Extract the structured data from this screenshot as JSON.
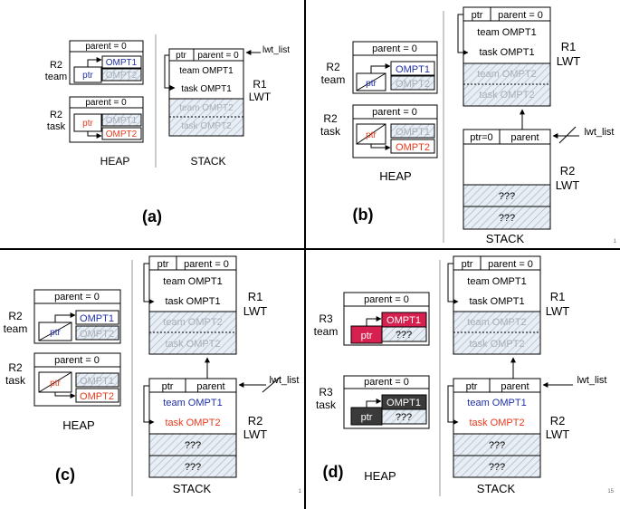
{
  "colors": {
    "blue": "#1f2fa8",
    "red": "#e8391c",
    "gray": "#a8aeb8",
    "hatch": "#9fb4c8",
    "shade": "#e9eef4",
    "crimson": "#d6204f",
    "charcoal": "#3a3a3a",
    "black": "#000000"
  },
  "common": {
    "parent_zero": "parent = 0",
    "ptr": "ptr",
    "parent": "parent",
    "ptr_zero": "ptr=0",
    "ompt1": "OMPT1",
    "ompt2": "OMPT2",
    "team_ompt1": "team OMPT1",
    "task_ompt1": "task OMPT1",
    "team_ompt2": "team OMPT2",
    "task_ompt2": "task OMPT2",
    "task_ompt2_red": "task OMPT2",
    "qqq": "???",
    "heap": "HEAP",
    "stack": "STACK",
    "lwt_list": "lwt_list",
    "lwt": "LWT"
  },
  "panels": {
    "a": {
      "label": "(a)",
      "team_label": [
        "R2",
        "team"
      ],
      "task_label": [
        "R2",
        "task"
      ],
      "r1": [
        "R1",
        "LWT"
      ]
    },
    "b": {
      "label": "(b)",
      "team_label": [
        "R2",
        "team"
      ],
      "task_label": [
        "R2",
        "task"
      ],
      "r1": [
        "R1",
        "LWT"
      ],
      "r2": [
        "R2",
        "LWT"
      ],
      "corner": "1"
    },
    "c": {
      "label": "(c)",
      "team_label": [
        "R2",
        "team"
      ],
      "task_label": [
        "R2",
        "task"
      ],
      "r1": [
        "R1",
        "LWT"
      ],
      "r2": [
        "R2",
        "LWT"
      ],
      "corner": "1"
    },
    "d": {
      "label": "(d)",
      "team_label": [
        "R3",
        "team"
      ],
      "task_label": [
        "R3",
        "task"
      ],
      "r1": [
        "R1",
        "LWT"
      ],
      "r2": [
        "R2",
        "LWT"
      ],
      "corner": "15"
    }
  }
}
